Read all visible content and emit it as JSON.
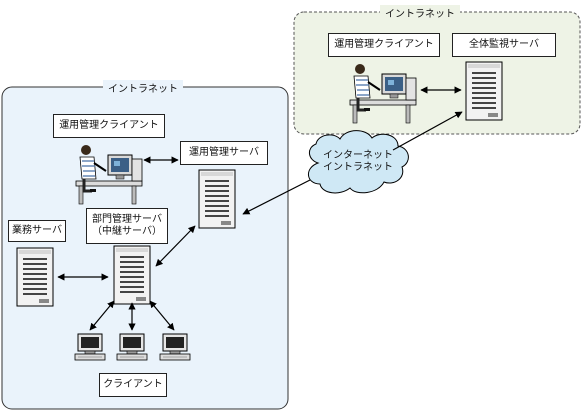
{
  "zones": {
    "remote": {
      "title": "イントラネット",
      "fill": "#eef3e6",
      "border": "#555555"
    },
    "local": {
      "title": "イントラネット",
      "fill": "#eaf3fb",
      "border": "#333333"
    }
  },
  "labels": {
    "remote_client": "運用管理クライアント",
    "central_server": "全体監視サーバ",
    "local_client": "運用管理クライアント",
    "mgmt_server": "運用管理サーバ",
    "business_server": "業務サーバ",
    "dept_server_line1": "部門管理サーバ",
    "dept_server_line2": "（中継サーバ）",
    "clients": "クライアント"
  },
  "cloud": {
    "line1": "インターネット",
    "line2": "イントラネット",
    "fill": "#cfe8f5"
  },
  "icons": {
    "server": "server-tower-icon",
    "operator": "operator-workstation-icon",
    "pc": "desktop-pc-icon"
  }
}
